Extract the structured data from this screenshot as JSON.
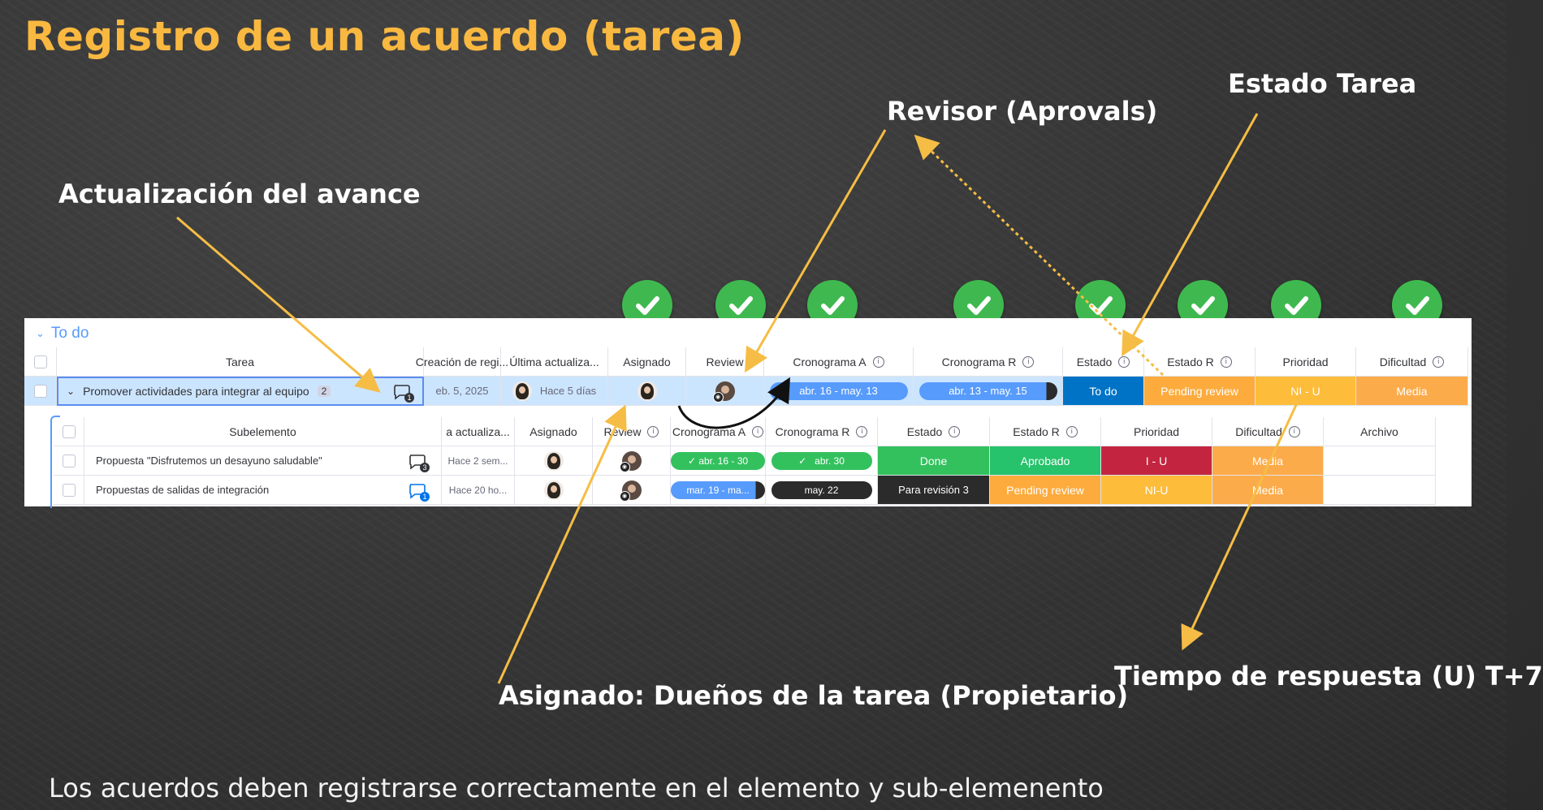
{
  "slide": {
    "title": "Registro de un acuerdo (tarea)",
    "footer": "Los acuerdos deben registrarse correctamente en el elemento y sub-elemenento"
  },
  "callouts": {
    "progress_update": "Actualización del avance",
    "reviewer": "Revisor (Aprovals)",
    "task_status": "Estado Tarea",
    "assigned_owner": "Asignado: Dueños de la tarea (Propietario)",
    "response_time": "Tiempo de respuesta (U) T+7"
  },
  "board": {
    "group_title": "To do",
    "columns": [
      "Tarea",
      "Creación de regi...",
      "Última actualiza...",
      "Asignado",
      "Review",
      "Cronograma A",
      "Cronograma R",
      "Estado",
      "Estado R",
      "Prioridad",
      "Dificultad"
    ],
    "item": {
      "name": "Promover actividades para integrar al equipo",
      "subitem_count": "2",
      "updates_count": "1",
      "creation": "eb. 5, 2025",
      "last_update": "Hace 5 días",
      "timeline_a": "abr. 16 - may. 13",
      "timeline_r": "abr. 13 - may. 15",
      "estado": "To do",
      "estado_r": "Pending review",
      "prioridad": "NI - U",
      "dificultad": "Media"
    },
    "subitems": {
      "columns": [
        "Subelemento",
        "a actualiza...",
        "Asignado",
        "Review",
        "Cronograma A",
        "Cronograma R",
        "Estado",
        "Estado R",
        "Prioridad",
        "Dificultad",
        "Archivo"
      ],
      "rows": [
        {
          "name": "Propuesta \"Disfrutemos un desayuno saludable\"",
          "updates_count": "3",
          "last_update": "Hace 2 sem...",
          "timeline_a": "abr. 16 - 30",
          "timeline_r": "abr. 30",
          "estado": "Done",
          "estado_r": "Aprobado",
          "prioridad": "I - U",
          "dificultad": "Media",
          "archivo": ""
        },
        {
          "name": "Propuestas de salidas de integración",
          "updates_count": "1",
          "last_update": "Hace 20 ho...",
          "timeline_a": "mar. 19 - ma...",
          "timeline_r": "may. 22",
          "estado": "Para revisión 3",
          "estado_r": "Pending review",
          "prioridad": "NI-U",
          "dificultad": "Media",
          "archivo": ""
        }
      ]
    }
  },
  "colors": {
    "title": "#f9b840",
    "check": "#3fb94f",
    "arrow": "#f5bd45",
    "accent_blue": "#579bfc",
    "status_todo": "#0073c6",
    "status_done": "#33c15e",
    "status_pending": "#fdab3d",
    "status_approved": "#27c26c",
    "priority_nu": "#fdbc3a",
    "priority_iu": "#c32540",
    "difficulty_media": "#fcab4a",
    "status_revision": "#2b2b2b",
    "timeline_blue": "#579bfc",
    "timeline_done": "#33c15e",
    "timeline_dark": "#2b2b2b"
  }
}
